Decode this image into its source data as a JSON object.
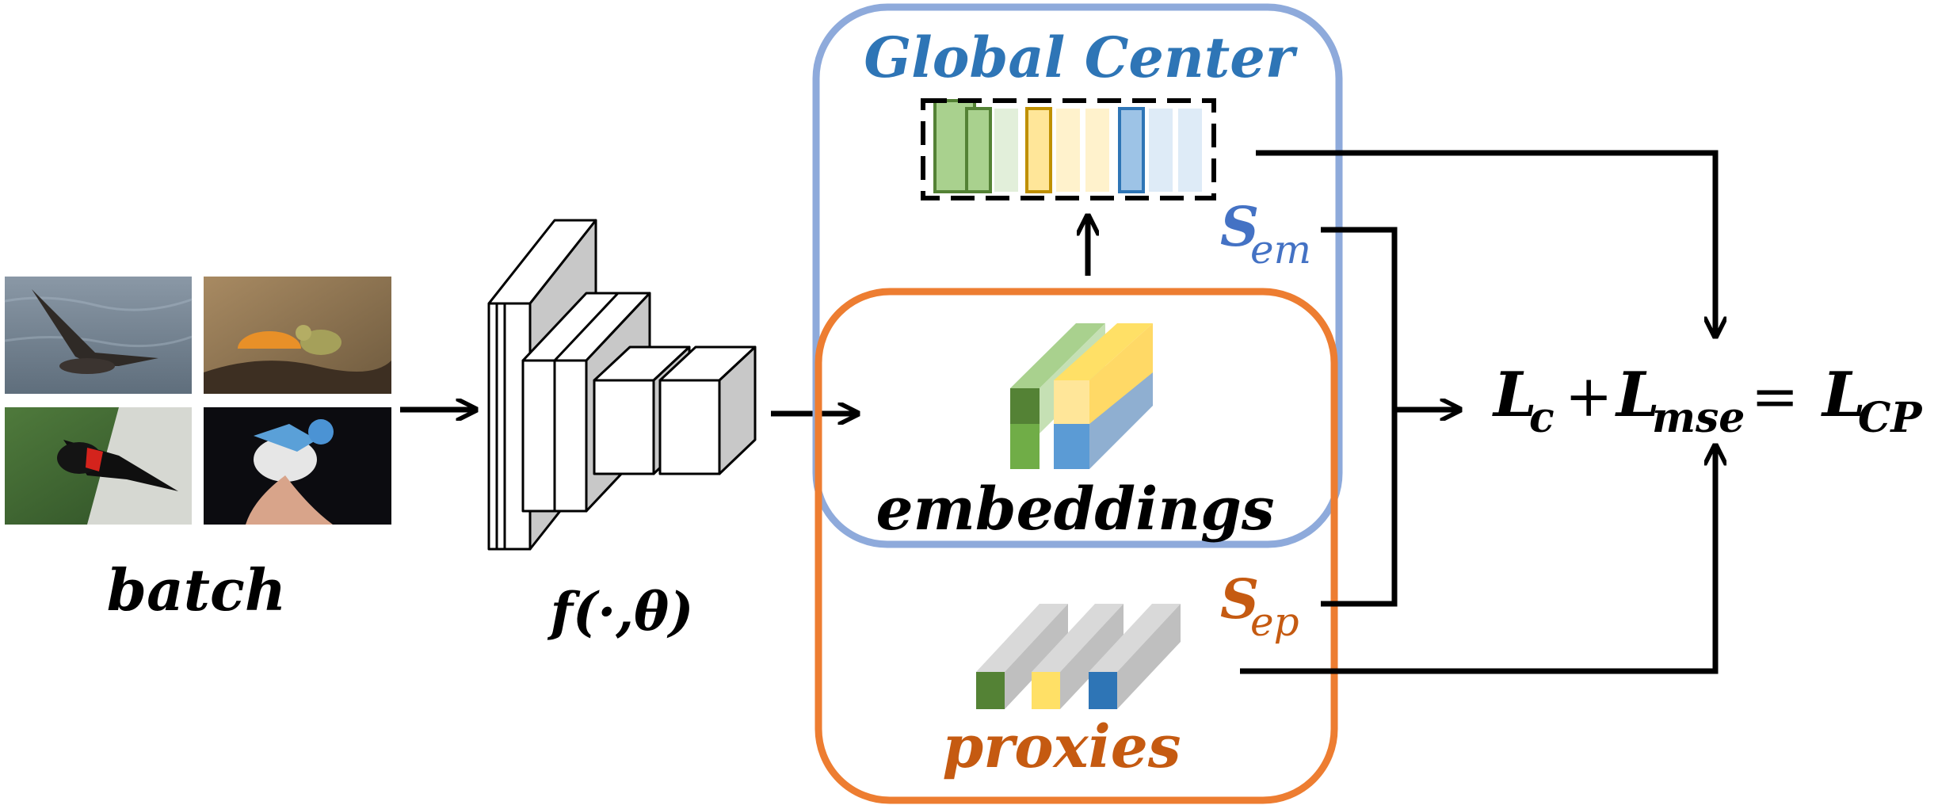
{
  "labels": {
    "batch": "batch",
    "network": "f(·,θ)",
    "global_center": "Global Center",
    "embeddings": "embeddings",
    "proxies": "proxies",
    "s_em_base": "S",
    "s_em_sub": "em",
    "s_ep_base": "S",
    "s_ep_sub": "ep"
  },
  "equation": {
    "lc_base": "L",
    "lc_sub": "c",
    "plus": "+",
    "lmse_base": "L",
    "lmse_sub": "mse",
    "equals": "=",
    "lcp_base": "L",
    "lcp_sub": "CP"
  },
  "images": [
    {
      "name": "albatross-photo",
      "subject": "albatross flying over sea"
    },
    {
      "name": "warbler-photo",
      "subject": "small yellow bird on branch with fruit"
    },
    {
      "name": "redwing-photo",
      "subject": "red-winged blackbird"
    },
    {
      "name": "bluebird-photo",
      "subject": "blue bird held in hand"
    }
  ],
  "colors": {
    "global_center_border": "#8eaadb",
    "embeddings_border": "#ed7d31",
    "global_center_text": "#2e75b6",
    "proxies_text": "#c55a11",
    "s_em_color": "#4472c4",
    "s_ep_color": "#c55a11",
    "green": "#70ad47",
    "yellow": "#ffd966",
    "blue": "#5b9bd5",
    "gray": "#bfbfbf"
  }
}
